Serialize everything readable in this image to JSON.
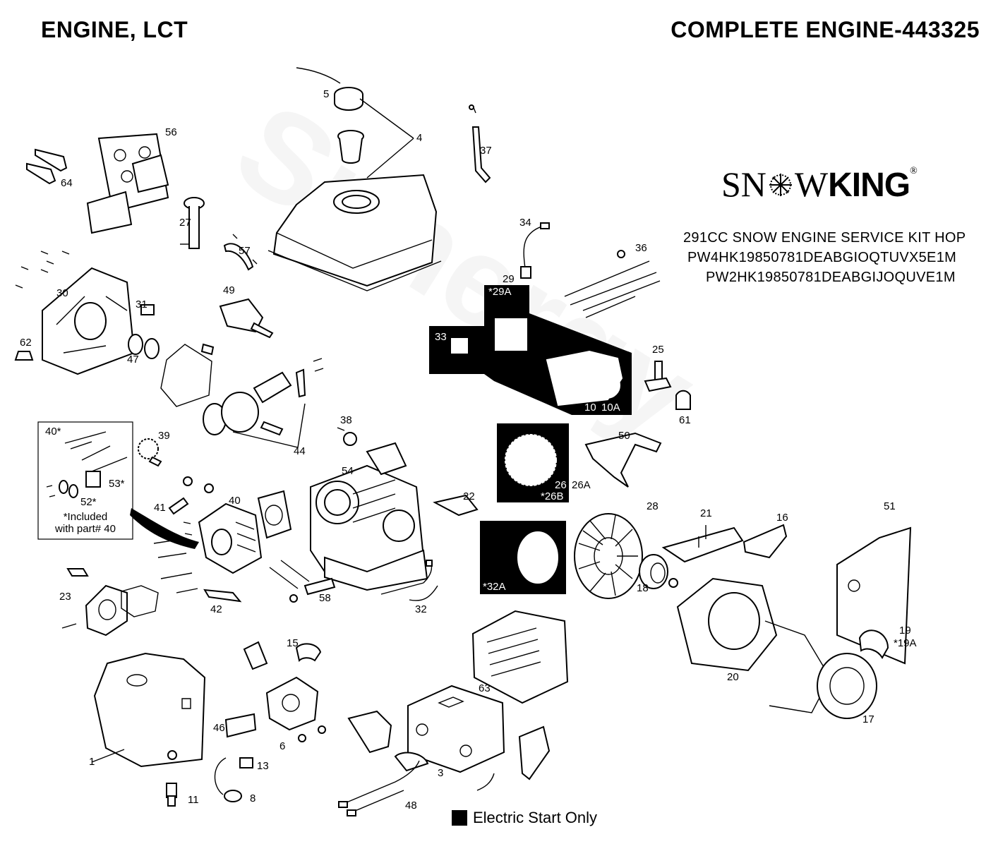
{
  "header": {
    "left_title": "ENGINE, LCT",
    "right_title": "COMPLETE ENGINE-443325"
  },
  "logo": {
    "text_light": "SN",
    "text_mid": "W",
    "text_bold": "KING",
    "reg": "®"
  },
  "kit": {
    "line1": "291CC SNOW ENGINE SERVICE KIT HOP",
    "line2": "PW4HK19850781DEABGIOQTUVX5E1M",
    "line3": "PW2HK19850781DEABGIJOQUVE1M"
  },
  "inset_note": {
    "line1": "*Included",
    "line2": "with part# 40"
  },
  "legend": {
    "label": "Electric Start Only"
  },
  "callouts": [
    {
      "id": "c5",
      "text": "5"
    },
    {
      "id": "c4",
      "text": "4"
    },
    {
      "id": "c37",
      "text": "37"
    },
    {
      "id": "c56",
      "text": "56"
    },
    {
      "id": "c64",
      "text": "64"
    },
    {
      "id": "c27",
      "text": "27"
    },
    {
      "id": "c57",
      "text": "57"
    },
    {
      "id": "c34",
      "text": "34"
    },
    {
      "id": "c36",
      "text": "36"
    },
    {
      "id": "c29",
      "text": "29"
    },
    {
      "id": "c29A",
      "text": "*29A"
    },
    {
      "id": "c30",
      "text": "30"
    },
    {
      "id": "c49",
      "text": "49"
    },
    {
      "id": "c31",
      "text": "31"
    },
    {
      "id": "c62",
      "text": "62"
    },
    {
      "id": "c47",
      "text": "47"
    },
    {
      "id": "c33",
      "text": "33"
    },
    {
      "id": "c10",
      "text": "10"
    },
    {
      "id": "c10A",
      "text": "10A"
    },
    {
      "id": "c25",
      "text": "25"
    },
    {
      "id": "c61",
      "text": "61"
    },
    {
      "id": "c38",
      "text": "38"
    },
    {
      "id": "c44",
      "text": "44"
    },
    {
      "id": "c40s",
      "text": "40*"
    },
    {
      "id": "c39",
      "text": "39"
    },
    {
      "id": "c53",
      "text": "53*"
    },
    {
      "id": "c52",
      "text": "52*"
    },
    {
      "id": "c50",
      "text": "50"
    },
    {
      "id": "c26",
      "text": "26"
    },
    {
      "id": "c26B",
      "text": "*26B"
    },
    {
      "id": "c26A",
      "text": "26A"
    },
    {
      "id": "c54",
      "text": "54"
    },
    {
      "id": "c22",
      "text": "22"
    },
    {
      "id": "c41",
      "text": "41"
    },
    {
      "id": "c40",
      "text": "40"
    },
    {
      "id": "c28",
      "text": "28"
    },
    {
      "id": "c21",
      "text": "21"
    },
    {
      "id": "c16",
      "text": "16"
    },
    {
      "id": "c51",
      "text": "51"
    },
    {
      "id": "c32A",
      "text": "*32A"
    },
    {
      "id": "c18",
      "text": "18"
    },
    {
      "id": "c23",
      "text": "23"
    },
    {
      "id": "c42",
      "text": "42"
    },
    {
      "id": "c58",
      "text": "58"
    },
    {
      "id": "c32",
      "text": "32"
    },
    {
      "id": "c19",
      "text": "19"
    },
    {
      "id": "c19A",
      "text": "*19A"
    },
    {
      "id": "c15",
      "text": "15"
    },
    {
      "id": "c63",
      "text": "63"
    },
    {
      "id": "c20",
      "text": "20"
    },
    {
      "id": "c1",
      "text": "1"
    },
    {
      "id": "c46",
      "text": "46"
    },
    {
      "id": "c6",
      "text": "6"
    },
    {
      "id": "c13",
      "text": "13"
    },
    {
      "id": "c3",
      "text": "3"
    },
    {
      "id": "c17",
      "text": "17"
    },
    {
      "id": "c11",
      "text": "11"
    },
    {
      "id": "c8",
      "text": "8"
    },
    {
      "id": "c48",
      "text": "48"
    }
  ]
}
